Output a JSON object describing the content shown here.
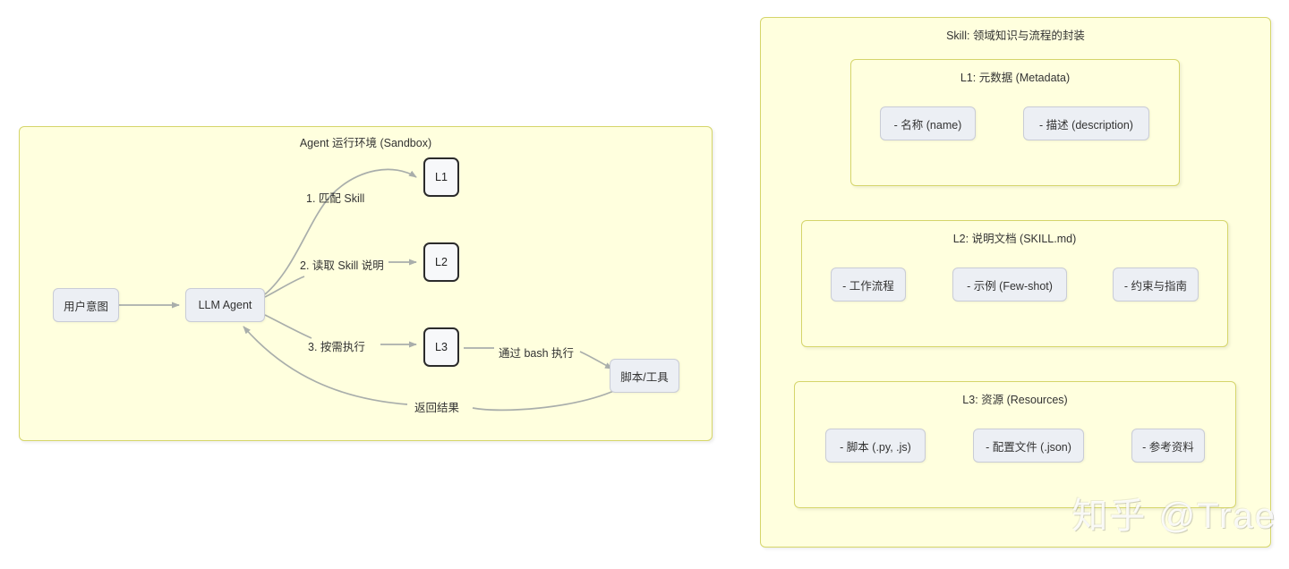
{
  "left_panel": {
    "title": "Agent 运行环境 (Sandbox)",
    "nodes": [
      {
        "id": "user-intent",
        "label": "用户意图"
      },
      {
        "id": "llm-agent",
        "label": "LLM Agent"
      },
      {
        "id": "l1",
        "label": "L1"
      },
      {
        "id": "l2",
        "label": "L2"
      },
      {
        "id": "l3",
        "label": "L3"
      },
      {
        "id": "script-tool",
        "label": "脚本/工具"
      }
    ],
    "edge_labels": [
      {
        "id": "match-skill",
        "label": "1. 匹配 Skill"
      },
      {
        "id": "read-skill-doc",
        "label": "2. 读取 Skill 说明"
      },
      {
        "id": "execute-on-demand",
        "label": "3. 按需执行"
      },
      {
        "id": "run-via-bash",
        "label": "通过 bash 执行"
      },
      {
        "id": "return-result",
        "label": "返回结果"
      }
    ]
  },
  "right_panel": {
    "title": "Skill: 领域知识与流程的封装",
    "sections": [
      {
        "id": "l1",
        "title": "L1: 元数据 (Metadata)",
        "items": [
          "- 名称 (name)",
          "- 描述 (description)"
        ]
      },
      {
        "id": "l2",
        "title": "L2: 说明文档 (SKILL.md)",
        "items": [
          "- 工作流程",
          "- 示例 (Few-shot)",
          "- 约束与指南"
        ]
      },
      {
        "id": "l3",
        "title": "L3: 资源 (Resources)",
        "items": [
          "- 脚本 (.py, .js)",
          "- 配置文件 (.json)",
          "- 参考资料"
        ]
      }
    ]
  },
  "watermark": {
    "text": "知乎 @Trae"
  },
  "colors": {
    "panel_fill": "#ffffde",
    "panel_border": "#d5d56a",
    "node_fill": "#eceff4",
    "node_border": "#c9ccd6",
    "strong_border": "#2b2b2b",
    "edge_stroke": "#a9aeab",
    "text": "#333333"
  }
}
